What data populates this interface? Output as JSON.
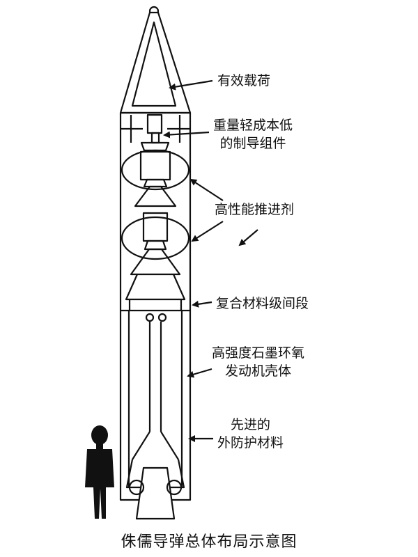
{
  "diagram": {
    "caption": "侏儒导弹总体布局示意图",
    "labels": {
      "payload": "有效载荷",
      "guidance_line1": "重量轻成本低",
      "guidance_line2": "的制导组件",
      "propellant": "高性能推进剂",
      "interstage": "复合材料级间段",
      "casing_line1": "高强度石墨环氧",
      "casing_line2": "发动机壳体",
      "protection_line1": "先进的",
      "protection_line2": "外防护材料"
    }
  }
}
